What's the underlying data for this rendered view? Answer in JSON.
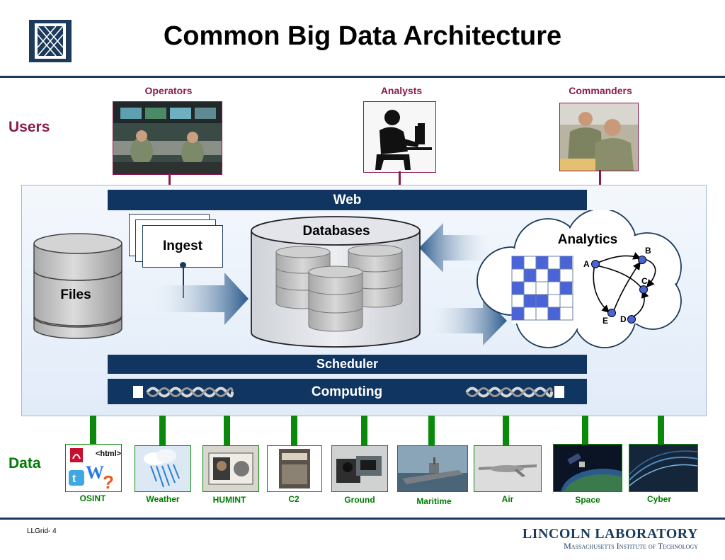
{
  "title": "Common Big Data Architecture",
  "users": {
    "label": "Users",
    "groups": [
      {
        "label": "Operators"
      },
      {
        "label": "Analysts"
      },
      {
        "label": "Commanders"
      }
    ]
  },
  "architecture": {
    "web": "Web",
    "ingest": "Ingest",
    "files": "Files",
    "databases": "Databases",
    "analytics": "Analytics",
    "graph_nodes": [
      "A",
      "B",
      "C",
      "D",
      "E"
    ],
    "scheduler": "Scheduler",
    "computing": "Computing"
  },
  "data": {
    "label": "Data",
    "html_tag": "<html>",
    "sources": [
      {
        "label": "OSINT"
      },
      {
        "label": "Weather"
      },
      {
        "label": "HUMINT"
      },
      {
        "label": "C2"
      },
      {
        "label": "Ground"
      },
      {
        "label": "Maritime"
      },
      {
        "label": "Air"
      },
      {
        "label": "Space"
      },
      {
        "label": "Cyber"
      }
    ]
  },
  "footer": {
    "slide_id": "LLGrid- 4",
    "org_line1": "LINCOLN LABORATORY",
    "org_line2": "Massachusetts Institute of Technology"
  },
  "colors": {
    "navy": "#0f3560",
    "maroon": "#8b1a4a",
    "green": "#007a00"
  }
}
